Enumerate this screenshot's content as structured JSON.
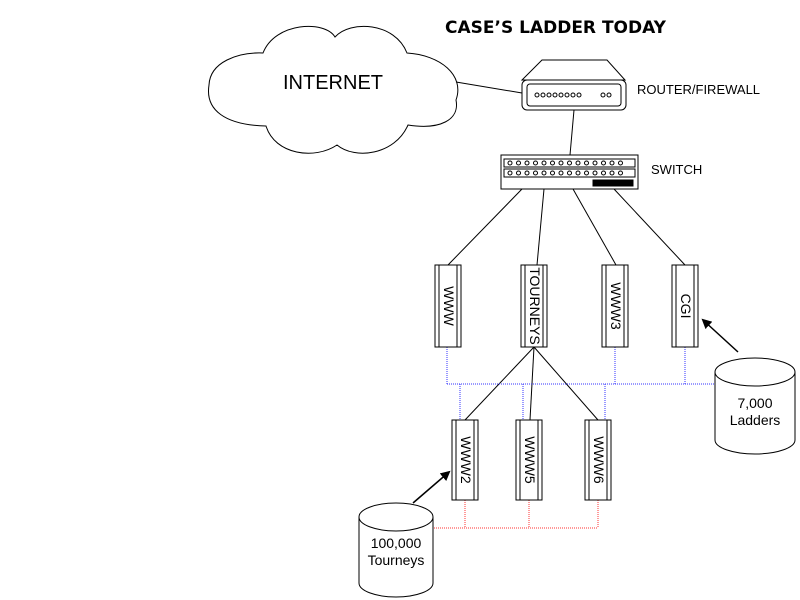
{
  "title": "CASE’S LADDER TODAY",
  "nodes": {
    "internet": {
      "label": "INTERNET",
      "icon": "cloud-icon"
    },
    "router": {
      "label": "ROUTER/FIREWALL",
      "icon": "router-icon"
    },
    "switch": {
      "label": "SWITCH",
      "icon": "switch-icon"
    },
    "servers_top": [
      {
        "label": "WWW",
        "icon": "server-icon"
      },
      {
        "label": "TOURNEYS",
        "icon": "server-icon"
      },
      {
        "label": "WWW3",
        "icon": "server-icon"
      },
      {
        "label": "CGI",
        "icon": "server-icon"
      }
    ],
    "servers_bottom": [
      {
        "label": "WWW2",
        "icon": "server-icon"
      },
      {
        "label": "WWW5",
        "icon": "server-icon"
      },
      {
        "label": "WWW6",
        "icon": "server-icon"
      }
    ],
    "db_ladders": {
      "line1": "7,000",
      "line2": "Ladders",
      "icon": "database-icon"
    },
    "db_tourneys": {
      "line1": "100,000",
      "line2": "Tourneys",
      "icon": "database-icon"
    }
  },
  "colors": {
    "line": "#000000",
    "ladders_network": "#3333ff",
    "tourneys_network": "#ff3333"
  }
}
